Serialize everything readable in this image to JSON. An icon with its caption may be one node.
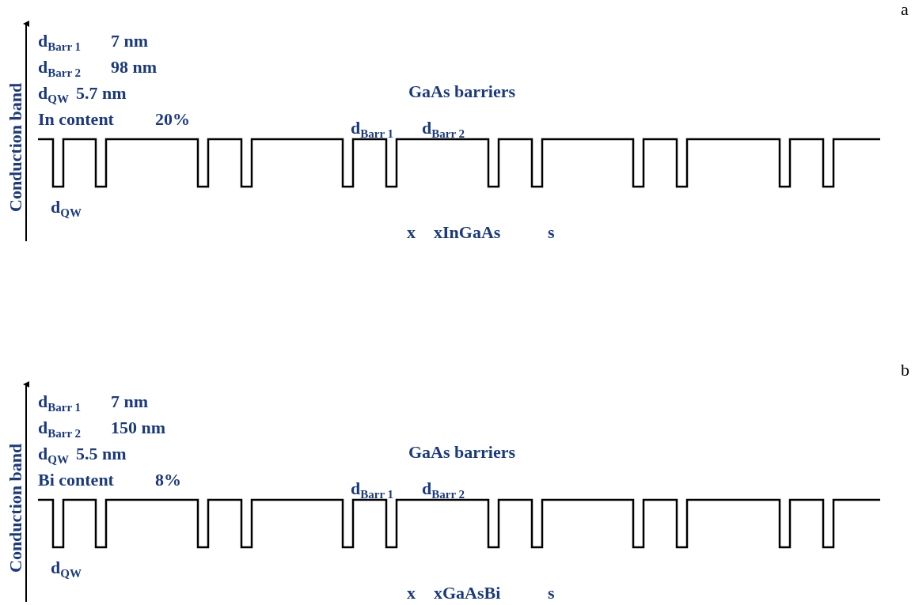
{
  "diagram": {
    "labels": [
      "a",
      "Conduction band",
      "d$_{Barr 1}$",
      "7 nm",
      "d$_{Barr 2}$",
      "98 nm",
      "d$_{QW}$",
      "5.7 nm",
      "In content",
      "20%",
      "GaAs barriers",
      "d$_{Barr 1}$",
      "d$_{Barr 2}$",
      "d$_{QW}$",
      "x",
      "xInGaAs",
      "s",
      "b",
      "Conduction band",
      "d$_{Barr 1}$",
      "7 nm",
      "d$_{Barr 2}$",
      "150 nm",
      "d$_{QW}$",
      "5.5 nm",
      "Bi content",
      "8%",
      "GaAs barriers",
      "d$_{Barr 1}$",
      "d$_{Barr 2}$",
      "d$_{QW}$",
      "x",
      "xGaAsBi",
      "s"
    ]
  }
}
